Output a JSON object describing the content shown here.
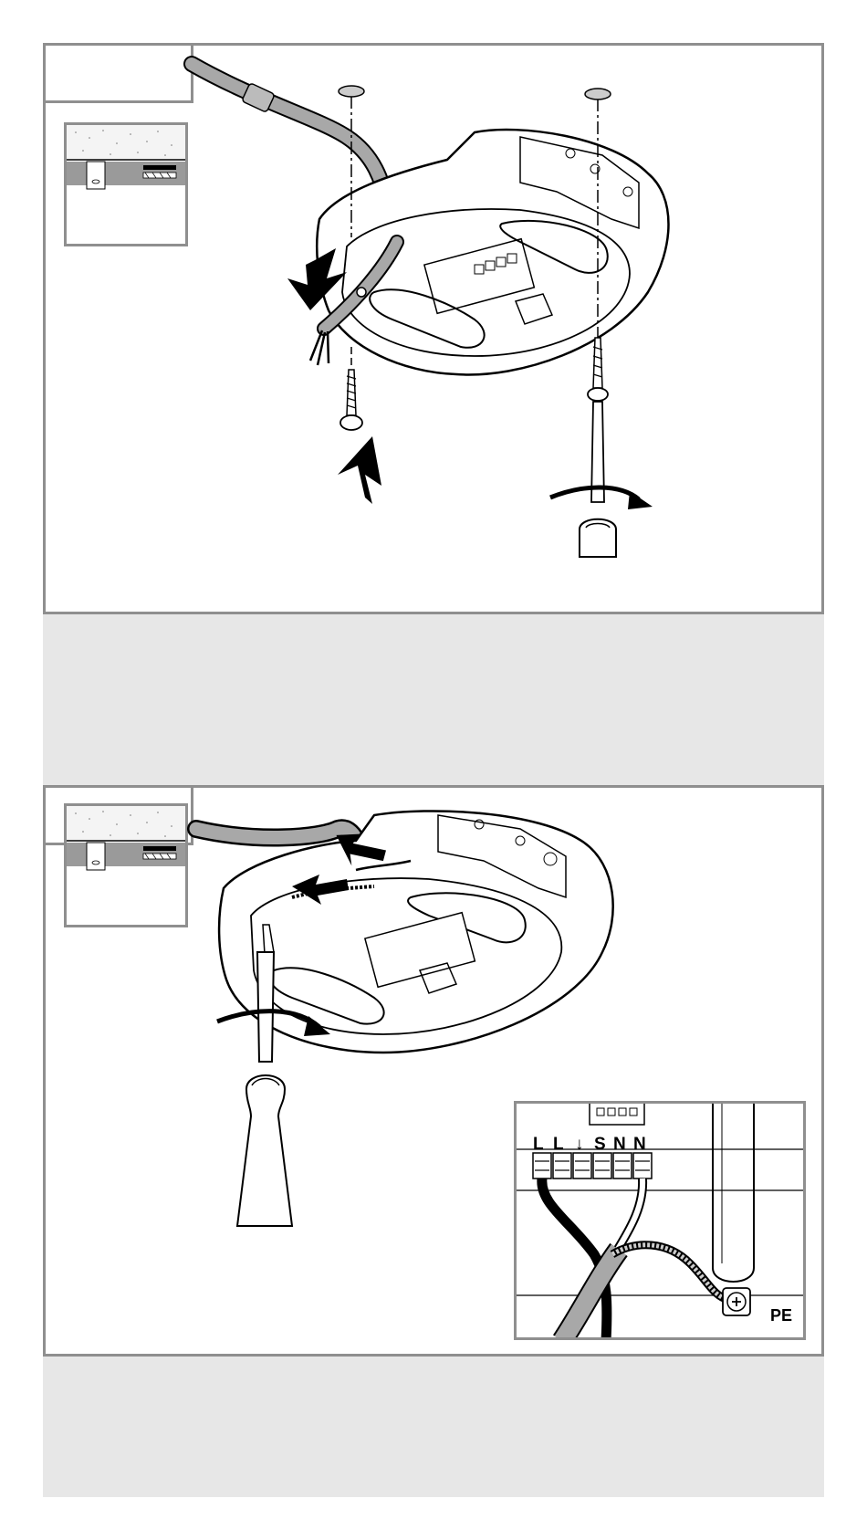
{
  "wiring_diagram": {
    "terminals": [
      "L",
      "L",
      "↓",
      "S",
      "N",
      "N"
    ],
    "earth_label": "PE"
  }
}
